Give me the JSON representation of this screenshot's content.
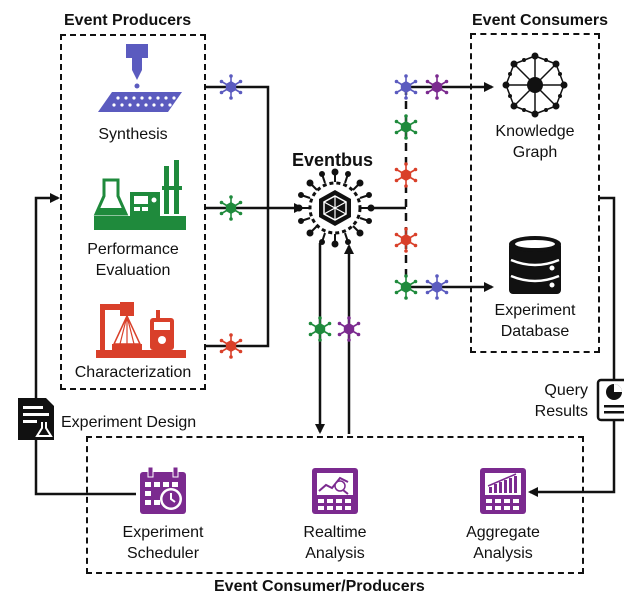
{
  "titles": {
    "producers": "Event Producers",
    "consumers": "Event Consumers",
    "consumer_producers": "Event Consumer/Producers",
    "eventbus": "Eventbus"
  },
  "producers": {
    "synthesis": "Synthesis",
    "performance_line1": "Performance",
    "performance_line2": "Evaluation",
    "characterization": "Characterization"
  },
  "consumers": {
    "knowledge_line1": "Knowledge",
    "knowledge_line2": "Graph",
    "database_line1": "Experiment",
    "database_line2": "Database"
  },
  "consumer_producers": {
    "scheduler_line1": "Experiment",
    "scheduler_line2": "Scheduler",
    "realtime_line1": "Realtime",
    "realtime_line2": "Analysis",
    "aggregate_line1": "Aggregate",
    "aggregate_line2": "Analysis"
  },
  "side_labels": {
    "experiment_design": "Experiment Design",
    "query_line1": "Query",
    "query_line2": "Results"
  },
  "colors": {
    "synthesis_blue": "#5b5bbf",
    "performance_green": "#1f8a3c",
    "characterization_red": "#d9402a",
    "analysis_purple": "#7b2a8f",
    "line": "#111111"
  },
  "event_icon_colors": {
    "synthesis": "blue",
    "performance": "green",
    "characterization": "red",
    "bus_out_1": "blue",
    "bus_out_2": "purple",
    "stack_1": "green",
    "stack_2": "red",
    "stack_3": "red",
    "stack_4": "green",
    "stack_5": "blue",
    "down": "green",
    "up": "purple"
  }
}
